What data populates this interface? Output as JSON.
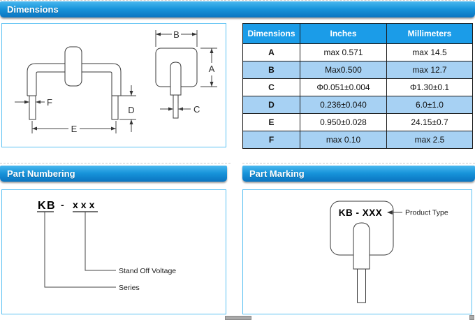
{
  "headers": {
    "dimensions": "Dimensions",
    "part_numbering": "Part Numbering",
    "part_marking": "Part Marking"
  },
  "colors": {
    "bar_gradient_top": "#4ab8ef",
    "bar_gradient_bottom": "#0b74c0",
    "table_header_bg": "#1b9ce8",
    "table_alt_row_bg": "#a7d1f3",
    "panel_border": "#5bc1f2"
  },
  "dimensions_table": {
    "columns": [
      "Dimensions",
      "Inches",
      "Millimeters"
    ],
    "rows": [
      {
        "dim": "A",
        "inches": "max 0.571",
        "mm": "max 14.5"
      },
      {
        "dim": "B",
        "inches": "Max0.500",
        "mm": "max 12.7"
      },
      {
        "dim": "C",
        "inches": "Φ0.051±0.004",
        "mm": "Φ1.30±0.1"
      },
      {
        "dim": "D",
        "inches": "0.236±0.040",
        "mm": "6.0±1.0"
      },
      {
        "dim": "E",
        "inches": "0.950±0.028",
        "mm": "24.15±0.7"
      },
      {
        "dim": "F",
        "inches": "max 0.10",
        "mm": "max 2.5"
      }
    ]
  },
  "drawing": {
    "front": {
      "f": "F",
      "d": "D",
      "e": "E"
    },
    "side": {
      "b": "B",
      "a": "A",
      "c": "C"
    }
  },
  "part_numbering": {
    "code_prefix": "KB",
    "code_sep": "-",
    "code_suffix": "xxx",
    "label_stand_off_voltage": "Stand Off Voltage",
    "label_series": "Series"
  },
  "part_marking": {
    "marking_text": "KB - XXX",
    "label_product_type": "Product Type"
  }
}
